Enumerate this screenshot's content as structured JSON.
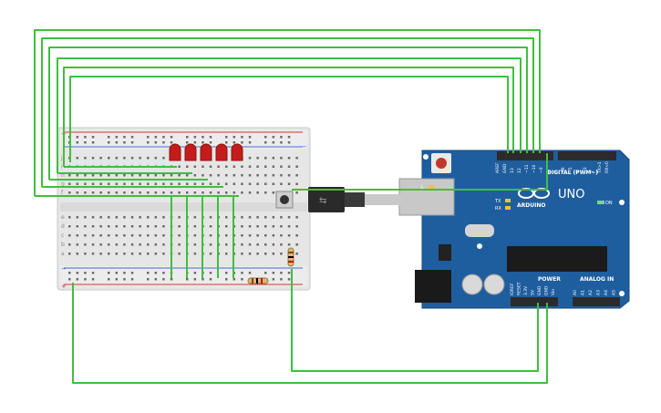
{
  "colors": {
    "wire": "#3fbf3f",
    "board": "#1f5e9e",
    "breadboard": "#e4e4e4",
    "led": "#c41c1c",
    "rail_red": "#d32f2f",
    "rail_blue": "#3b6fcf",
    "header": "#2b2b2b"
  },
  "arduino": {
    "logo_text": "UNO",
    "brand_text": "ARDUINO",
    "digital_header_label": "DIGITAL (PWM~)",
    "analog_header_label": "ANALOG IN",
    "power_header_label": "POWER",
    "on_label": "ON",
    "pin_labels_digital": [
      "AREF",
      "GND",
      "13",
      "12",
      "~11",
      "~10",
      "~9",
      "8",
      "7",
      "~6",
      "~5",
      "4",
      "~3",
      "2",
      "TX>1",
      "RX<0"
    ],
    "pin_labels_power": [
      "IOREF",
      "RESET",
      "3.3V",
      "5V",
      "GND",
      "GND",
      "Vin"
    ],
    "pin_labels_analog": [
      "A0",
      "A1",
      "A2",
      "A3",
      "A4",
      "A5"
    ],
    "led_labels": [
      "L",
      "TX",
      "RX"
    ]
  },
  "breadboard": {
    "row_letters_top": [
      "j",
      "i",
      "h",
      "g",
      "f"
    ],
    "row_letters_bottom": [
      "e",
      "d",
      "c",
      "b",
      "a"
    ],
    "plus_sign": "+",
    "minus_sign": "−"
  },
  "components": {
    "led_count": 5,
    "icons": [
      "led-icon",
      "resistor-icon",
      "pushbutton-icon",
      "usb-cable-icon"
    ]
  }
}
